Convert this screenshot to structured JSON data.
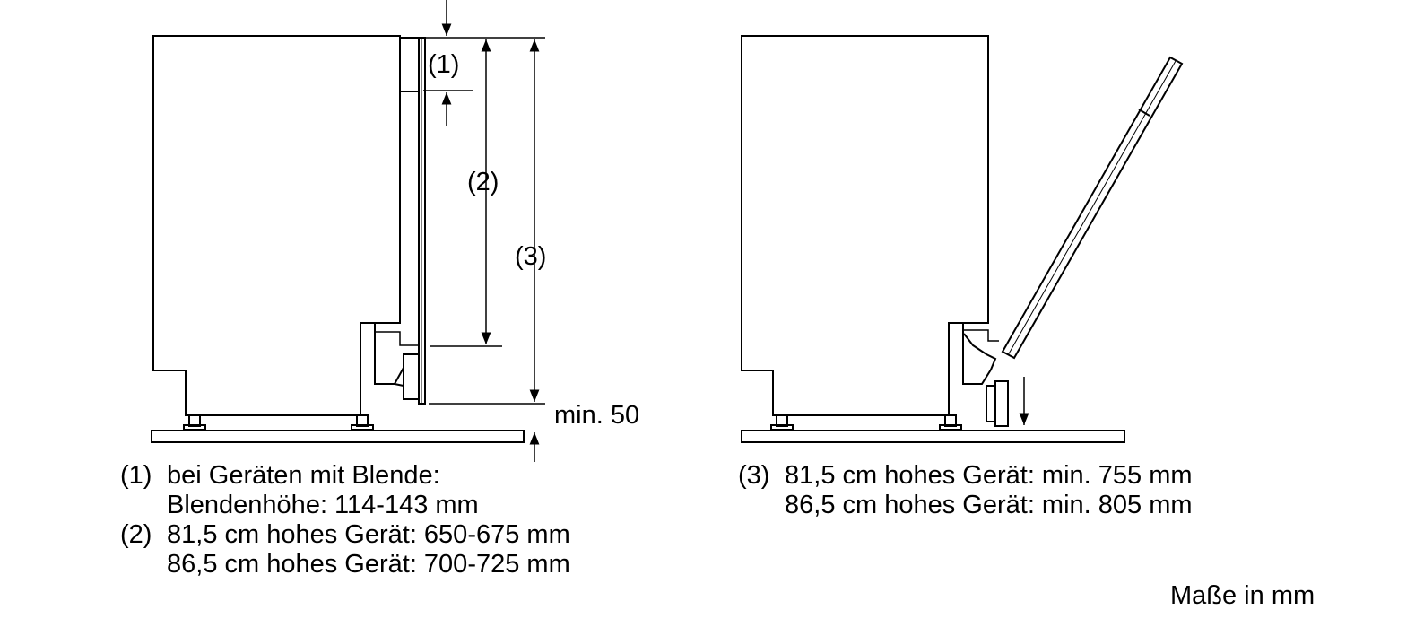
{
  "labels": {
    "dim1": "(1)",
    "dim2": "(2)",
    "dim3": "(3)",
    "min_gap": "min. 50"
  },
  "legend_left": [
    {
      "num": "(1)",
      "lines": [
        "bei Geräten mit Blende:",
        "Blendenhöhe: 114-143 mm"
      ]
    },
    {
      "num": "(2)",
      "lines": [
        "81,5 cm hohes Gerät: 650-675 mm",
        "86,5 cm hohes Gerät: 700-725 mm"
      ]
    }
  ],
  "legend_right": [
    {
      "num": "(3)",
      "lines": [
        "81,5 cm hohes Gerät: min. 755 mm",
        "86,5 cm hohes Gerät: min. 805 mm"
      ]
    }
  ],
  "units": "Maße in mm"
}
